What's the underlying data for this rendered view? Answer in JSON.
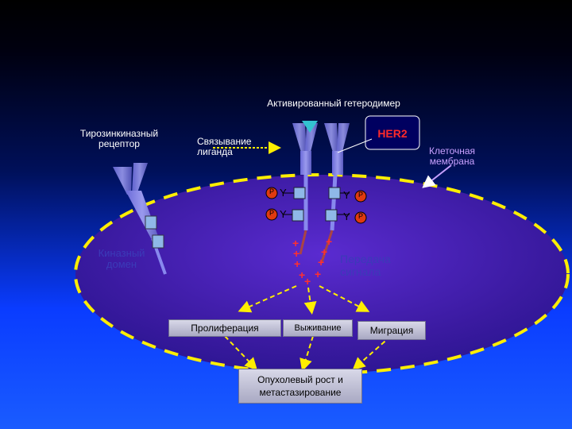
{
  "title": "Активированный гетеродимер",
  "receptor_label": "Тирозинкиназный\nрецептор",
  "ligand_label": "Связывание\nлиганда",
  "her2_label": "HER2",
  "membrane_label": "Клеточная\nмембрана",
  "kinase_domain_label": "Киназный\nдомен",
  "signal_transmission_label": "Передача\nсигнала",
  "phospho_label": "P",
  "tyrosine_label": "Y",
  "outcomes": [
    {
      "label": "Пролиферация"
    },
    {
      "label": "Выживание"
    },
    {
      "label": "Миграция"
    }
  ],
  "result_label": "Опухолевый рост и\nметастазирование",
  "colors": {
    "membrane_dash": "#ffee00",
    "cell_fill": "#3a1aa0",
    "her2_accent": "#ff2a2a",
    "phospho_fill": "#e03a10",
    "arrow_color": "#ffee00"
  }
}
